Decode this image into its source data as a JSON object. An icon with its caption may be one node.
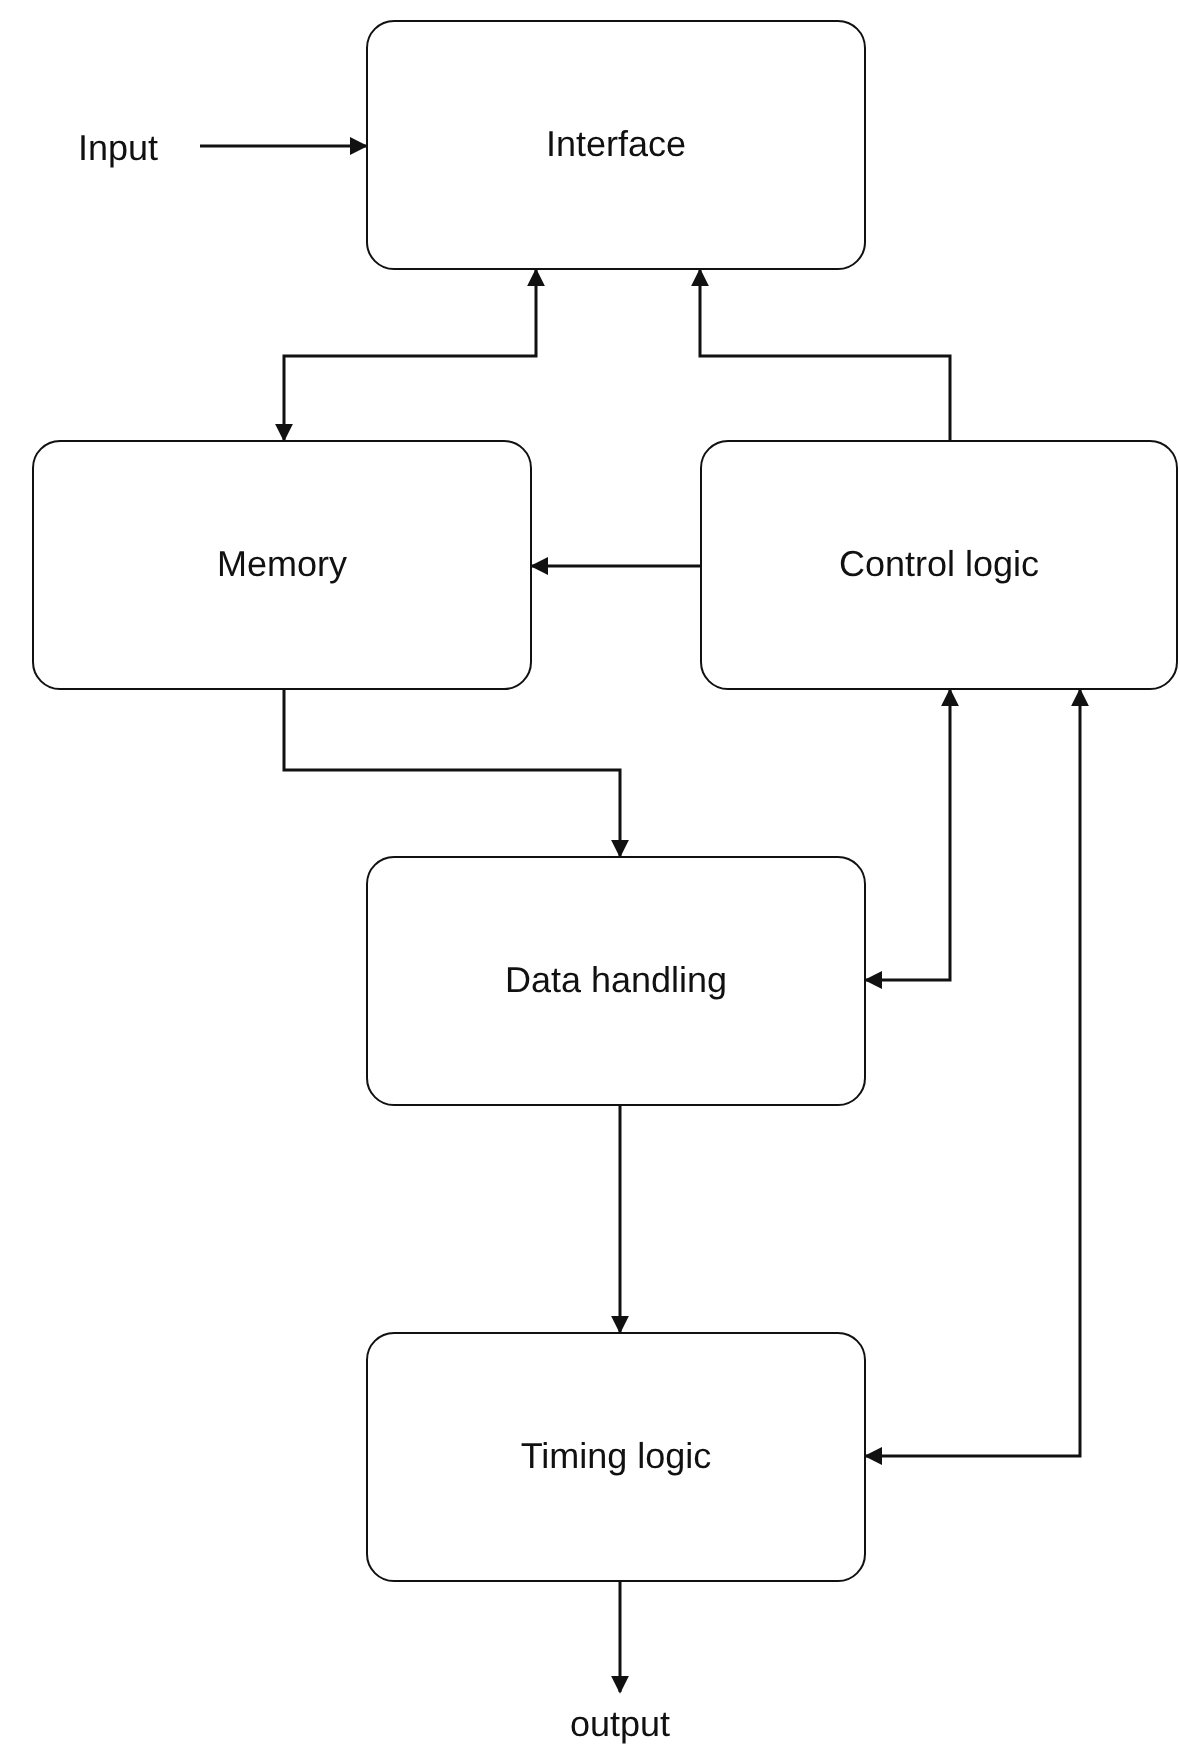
{
  "diagram": {
    "nodes": [
      {
        "text": [
          "Input"
        ]
      },
      {
        "text": [
          "Interface"
        ]
      },
      {
        "text": [
          "Memory"
        ]
      },
      {
        "text": [
          "Control logic"
        ]
      },
      {
        "text": [
          "Data handling"
        ]
      },
      {
        "text": [
          "Timing logic"
        ]
      },
      {
        "text": [
          "output"
        ]
      }
    ],
    "edges": [
      {
        "from": 0,
        "to": 1,
        "arrow": "to"
      },
      {
        "from": 2,
        "to": 1,
        "arrow": "both"
      },
      {
        "from": 3,
        "to": 1,
        "arrow": "to"
      },
      {
        "from": 3,
        "to": 2,
        "arrow": "to"
      },
      {
        "from": 2,
        "to": 4,
        "arrow": "to"
      },
      {
        "from": 3,
        "to": 4,
        "arrow": "both"
      },
      {
        "from": 3,
        "to": 5,
        "arrow": "both"
      },
      {
        "from": 4,
        "to": 5,
        "arrow": "to"
      },
      {
        "from": 5,
        "to": 6,
        "arrow": "to"
      }
    ]
  }
}
